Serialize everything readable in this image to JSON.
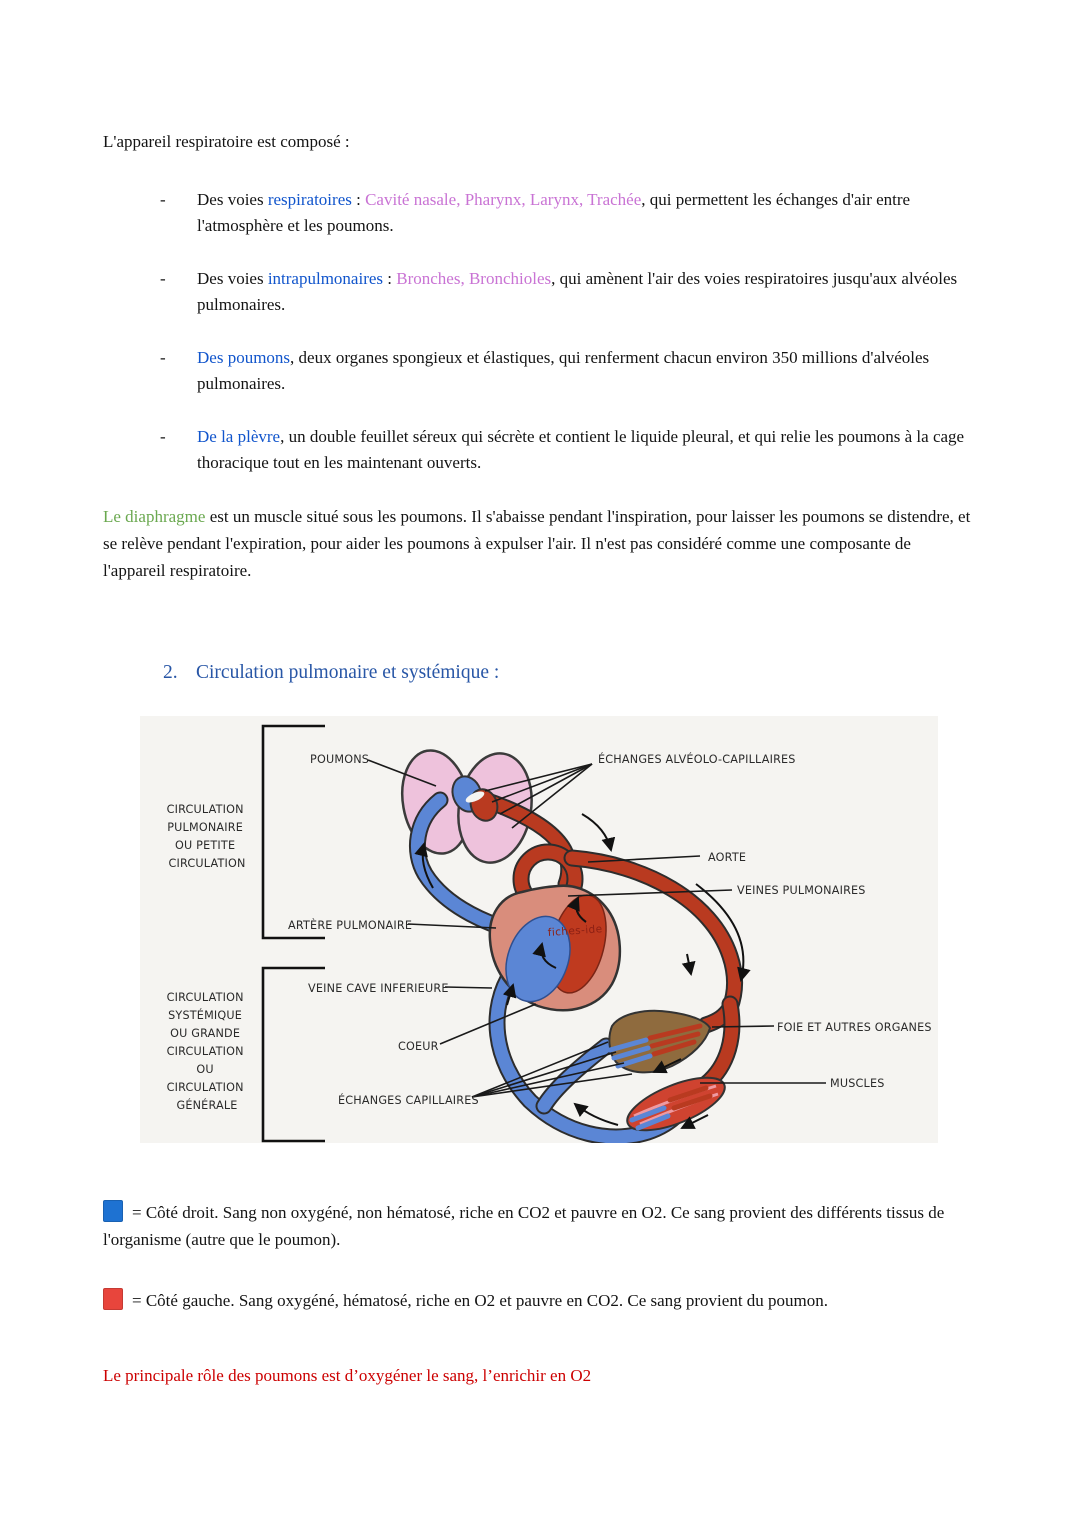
{
  "colors": {
    "link_blue": "#1155cc",
    "highlight_pink": "#c973d4",
    "diaphragm_green": "#6aa84f",
    "heading_blue": "#2856a6",
    "note_red": "#cc0000",
    "legend_blue_square": "#1e72d2",
    "legend_red_square": "#e8453c",
    "vessel_blue": "#5b86d5",
    "vessel_red": "#b93a20",
    "lung_pink": "#eec2dc",
    "heart_pink": "#d98d7c",
    "liver_brown": "#8f6b3e",
    "muscle_red": "#cf4330",
    "diagram_bg": "#f5f4f1"
  },
  "content": {
    "bullet_marker": "-",
    "intro": "L'appareil respiratoire est composé :",
    "bullets": {
      "b1": {
        "pre": "Des voies ",
        "link": "respiratoires",
        "colon": " : ",
        "pink": "Cavité nasale, Pharynx, Larynx, Trachée",
        "rest": ", qui permettent les échanges d'air entre l'atmosphère et les poumons."
      },
      "b2": {
        "pre": "Des voies ",
        "link": "intrapulmonaires",
        "colon": " : ",
        "pink": "Bronches, Bronchioles",
        "rest": ", qui amènent l'air des voies respiratoires jusqu'aux alvéoles pulmonaires."
      },
      "b3": {
        "link": "Des poumons",
        "rest": ", deux organes spongieux et élastiques, qui renferment chacun environ 350 millions d'alvéoles pulmonaires."
      },
      "b4": {
        "link": "De la plèvre",
        "rest": ", un double feuillet séreux qui sécrète et contient le liquide pleural, et qui relie les poumons à la cage thoracique tout en les maintenant ouverts."
      }
    },
    "diaphragm": {
      "green": "Le diaphragme",
      "rest": " est un muscle situé sous les poumons. Il s'abaisse pendant l'inspiration, pour laisser les poumons se distendre, et se relève pendant l'expiration, pour aider les poumons à expulser l'air. Il n'est pas considéré comme une composante de l'appareil respiratoire."
    },
    "heading": {
      "number": "2.",
      "text": "Circulation pulmonaire et systémique :"
    },
    "legend": {
      "blue_text": "= Côté droit. Sang non oxygéné, non hématosé, riche en CO2 et pauvre en O2. Ce sang provient des différents tissus de l'organisme (autre que le poumon).",
      "red_text": "= Côté gauche. Sang oxygéné, hématosé, riche en O2 et pauvre en CO2. Ce sang provient du poumon."
    },
    "note": "Le principale rôle des poumons est d’oxygéner le sang, l’enrichir en O2"
  },
  "diagram": {
    "bracket1_lines": [
      "CIRCULATION",
      "PULMONAIRE",
      "OU PETITE",
      "CIRCULATION"
    ],
    "bracket2_lines": [
      "CIRCULATION",
      "SYSTÉMIQUE",
      "OU GRANDE",
      "CIRCULATION",
      "OU",
      "CIRCULATION",
      "GÉNÉRALE"
    ],
    "labels": {
      "poumons": "POUMONS",
      "echanges_alveolo": "ÉCHANGES ALVÉOLO-CAPILLAIRES",
      "aorte": "AORTE",
      "veines_pulmonaires": "VEINES PULMONAIRES",
      "artere_pulmonaire": "ARTÈRE PULMONAIRE",
      "veine_cave": "VEINE CAVE INFERIEURE",
      "coeur": "COEUR",
      "echanges_capillaires": "ÉCHANGES CAPILLAIRES",
      "foie": "FOIE ET AUTRES ORGANES",
      "muscles": "MUSCLES",
      "watermark": "fiches-ide"
    }
  }
}
